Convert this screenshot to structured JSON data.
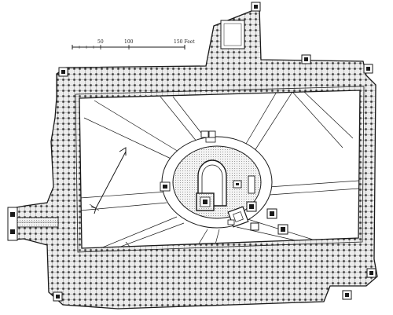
{
  "scale_bar": {
    "labels": [
      "50",
      "100",
      "150 Feet"
    ]
  },
  "colors": {
    "ink": "#1a1a1a",
    "cloister_fill": "#e9e9e9",
    "paper": "#ffffff"
  }
}
